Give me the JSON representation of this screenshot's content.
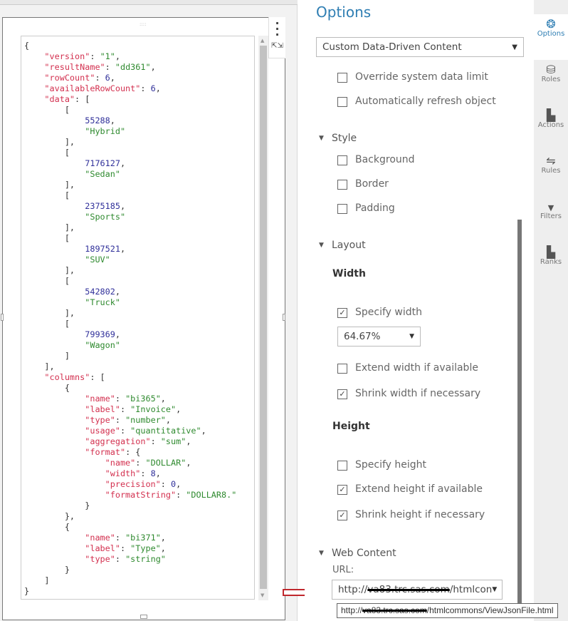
{
  "json_viewer": {
    "document": {
      "version": "1",
      "resultName": "dd361",
      "rowCount": 6,
      "availableRowCount": 6,
      "data": [
        [
          55288,
          "Hybrid"
        ],
        [
          7176127,
          "Sedan"
        ],
        [
          2375185,
          "Sports"
        ],
        [
          1897521,
          "SUV"
        ],
        [
          542802,
          "Truck"
        ],
        [
          799369,
          "Wagon"
        ]
      ],
      "columns": [
        {
          "name": "bi365",
          "label": "Invoice",
          "type": "number",
          "usage": "quantitative",
          "aggregation": "sum",
          "format": {
            "name": "DOLLAR",
            "width": 8,
            "precision": 0,
            "formatString": "DOLLAR8."
          }
        },
        {
          "name": "bi371",
          "label": "Type",
          "type": "string"
        }
      ]
    },
    "grip": "::::",
    "more_icon": "vertical-ellipsis",
    "maximize_icon": "expand-arrows"
  },
  "options": {
    "title": "Options",
    "object_type": "Custom Data-Driven Content",
    "general": [
      {
        "label": "Override system data limit",
        "checked": false
      },
      {
        "label": "Automatically refresh object",
        "checked": false
      }
    ],
    "style": {
      "header": "Style",
      "items": [
        {
          "label": "Background",
          "checked": false
        },
        {
          "label": "Border",
          "checked": false
        },
        {
          "label": "Padding",
          "checked": false
        }
      ]
    },
    "layout": {
      "header": "Layout",
      "width_title": "Width",
      "specify_width": {
        "label": "Specify width",
        "checked": true
      },
      "width_value": "64.67%",
      "extend_width": {
        "label": "Extend width if available",
        "checked": false
      },
      "shrink_width": {
        "label": "Shrink width if necessary",
        "checked": true
      },
      "height_title": "Height",
      "specify_height": {
        "label": "Specify height",
        "checked": false
      },
      "extend_height": {
        "label": "Extend height if available",
        "checked": true
      },
      "shrink_height": {
        "label": "Shrink height if necessary",
        "checked": true
      }
    },
    "web_content": {
      "header": "Web Content",
      "url_label": "URL:",
      "url_prefix": "http://",
      "url_host_redacted": "va83.trc.sas.com",
      "url_suffix": "/htmlcon",
      "tooltip_prefix": "http://",
      "tooltip_host_redacted": "va83.trc.sas.com",
      "tooltip_suffix": "/htmlcommons/ViewJsonFile.html"
    }
  },
  "sidebar": {
    "tabs": [
      {
        "label": "Options",
        "icon": "options-icon",
        "active": true
      },
      {
        "label": "Roles",
        "icon": "roles-icon"
      },
      {
        "label": "Actions",
        "icon": "actions-icon"
      },
      {
        "label": "Rules",
        "icon": "rules-icon"
      },
      {
        "label": "Filters",
        "icon": "filter-icon"
      },
      {
        "label": "Ranks",
        "icon": "ranks-icon"
      }
    ]
  },
  "colors": {
    "accent": "#2f7eb3",
    "json_key": "#d3304f",
    "json_string": "#2f8a2f",
    "json_number": "#30309a",
    "annotation_arrow": "#c0282d"
  }
}
